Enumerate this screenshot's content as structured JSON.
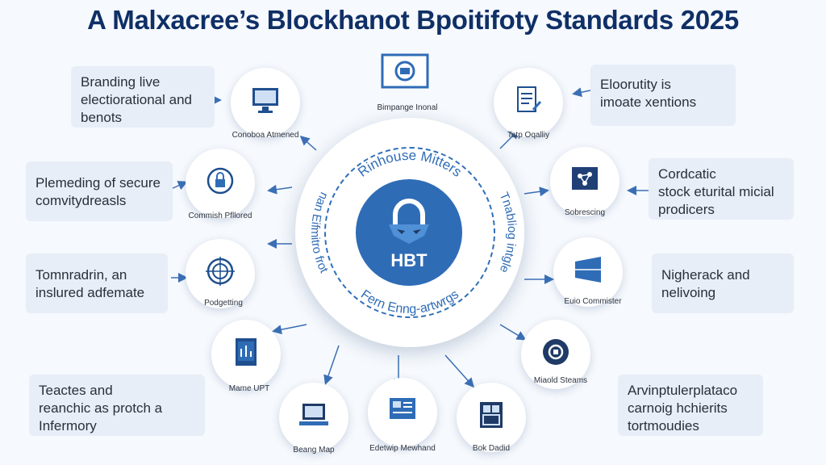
{
  "title": "A Malxacree’s Blockhanot Bpoitifoty Standards 2025",
  "hub": {
    "label": "HBT",
    "arc_top": "Rinhouse Mitters",
    "arc_left": "nan Eifmitro frot",
    "arc_right": "Tnabliog intgle",
    "arc_bottom": "Fern Enng-artwrgs"
  },
  "boxes": [
    {
      "lines": [
        "Branding live",
        "electiorational and",
        "benots"
      ]
    },
    {
      "lines": [
        "Plemeding of secure",
        "comvitydreasls"
      ]
    },
    {
      "lines": [
        "Tomnradrin, an",
        "inslured adfemate"
      ]
    },
    {
      "lines": [
        "Teactes and",
        "reanchic as protch a",
        "Infermory"
      ]
    },
    {
      "lines": [
        "Eloorutity is",
        "imoate xentions"
      ]
    },
    {
      "lines": [
        "Cordcatic",
        "stock eturital micial",
        "prodicers"
      ]
    },
    {
      "lines": [
        "Nigherack and",
        "nelivoing"
      ]
    },
    {
      "lines": [
        "Arvinptulerplataco",
        "carnoig hchierits",
        "tortmoudies"
      ]
    }
  ],
  "nodes": [
    {
      "caption": "Bimpange Inonal",
      "icon": "monitor-screen-icon"
    },
    {
      "caption": "Conoboa Atmened",
      "icon": "computer-monitor-icon"
    },
    {
      "caption": "Tatp Oqalliy",
      "icon": "document-edit-icon"
    },
    {
      "caption": "Commish Pfllored",
      "icon": "shield-lock-icon"
    },
    {
      "caption": "Sobrescing",
      "icon": "network-screen-icon"
    },
    {
      "caption": "Podgetting",
      "icon": "target-icon"
    },
    {
      "caption": "Euio Commister",
      "icon": "windows-panel-icon"
    },
    {
      "caption": "Mame UPT",
      "icon": "tablet-chart-icon"
    },
    {
      "caption": "Miaold Steams",
      "icon": "gear-chip-icon"
    },
    {
      "caption": "Beang Map",
      "icon": "laptop-icon"
    },
    {
      "caption": "Edetwip Mewhand",
      "icon": "dashboard-screen-icon"
    },
    {
      "caption": "Bok Dadid",
      "icon": "grid-document-icon"
    }
  ],
  "colors": {
    "title": "#0f2f66",
    "accent": "#2f6cb6",
    "box_bg": "#e7eef7",
    "arrow": "#3a6fb5"
  }
}
